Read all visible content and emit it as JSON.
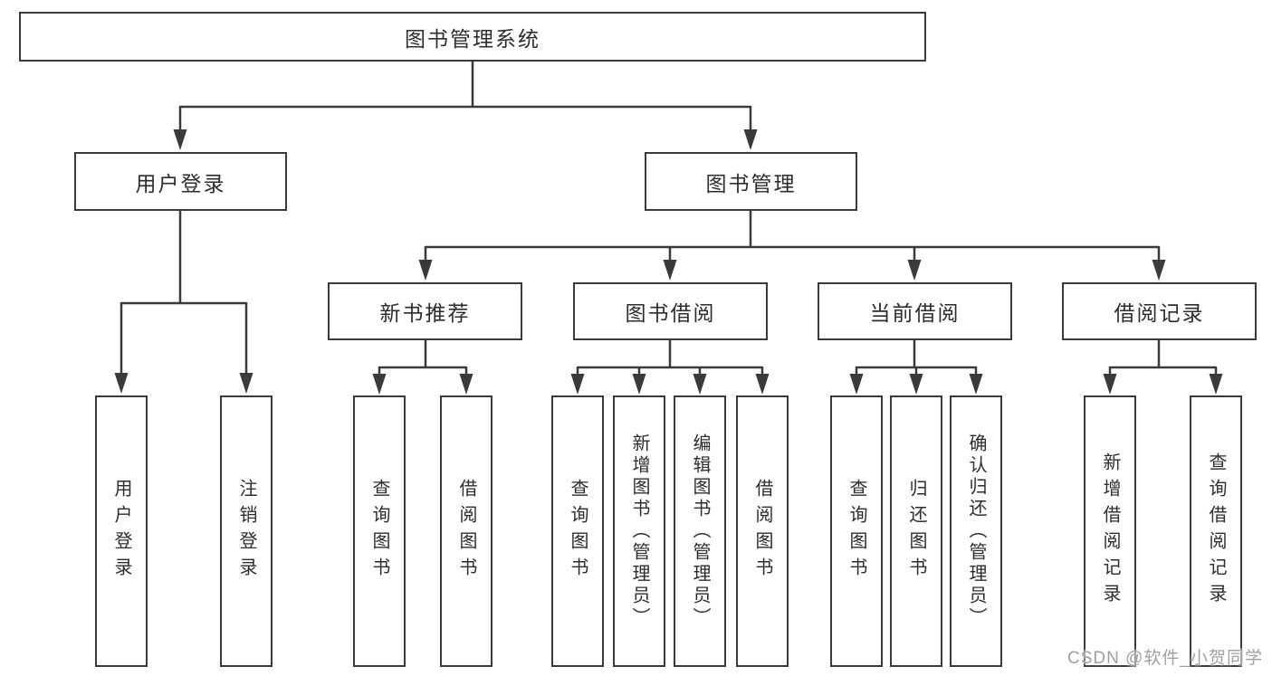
{
  "diagram": {
    "tree": {
      "label": "图书管理系统",
      "children": [
        {
          "label": "用户登录",
          "children": [
            {
              "label": "用户登录"
            },
            {
              "label": "注销登录"
            }
          ]
        },
        {
          "label": "图书管理",
          "children": [
            {
              "label": "新书推荐",
              "children": [
                {
                  "label": "查询图书"
                },
                {
                  "label": "借阅图书"
                }
              ]
            },
            {
              "label": "图书借阅",
              "children": [
                {
                  "label": "查询图书"
                },
                {
                  "label": "新增图书（管理员）"
                },
                {
                  "label": "编辑图书（管理员）"
                },
                {
                  "label": "借阅图书"
                }
              ]
            },
            {
              "label": "当前借阅",
              "children": [
                {
                  "label": "查询图书"
                },
                {
                  "label": "归还图书"
                },
                {
                  "label": "确认归还（管理员）"
                }
              ]
            },
            {
              "label": "借阅记录",
              "children": [
                {
                  "label": "新增借阅记录"
                },
                {
                  "label": "查询借阅记录"
                }
              ]
            }
          ]
        }
      ]
    }
  },
  "watermark": {
    "text": "CSDN @软件_小贺同学"
  },
  "colors": {
    "line": "#3a3a3a",
    "text": "#2d2d2d",
    "watermark": "#a0a0a0",
    "background": "#ffffff"
  }
}
